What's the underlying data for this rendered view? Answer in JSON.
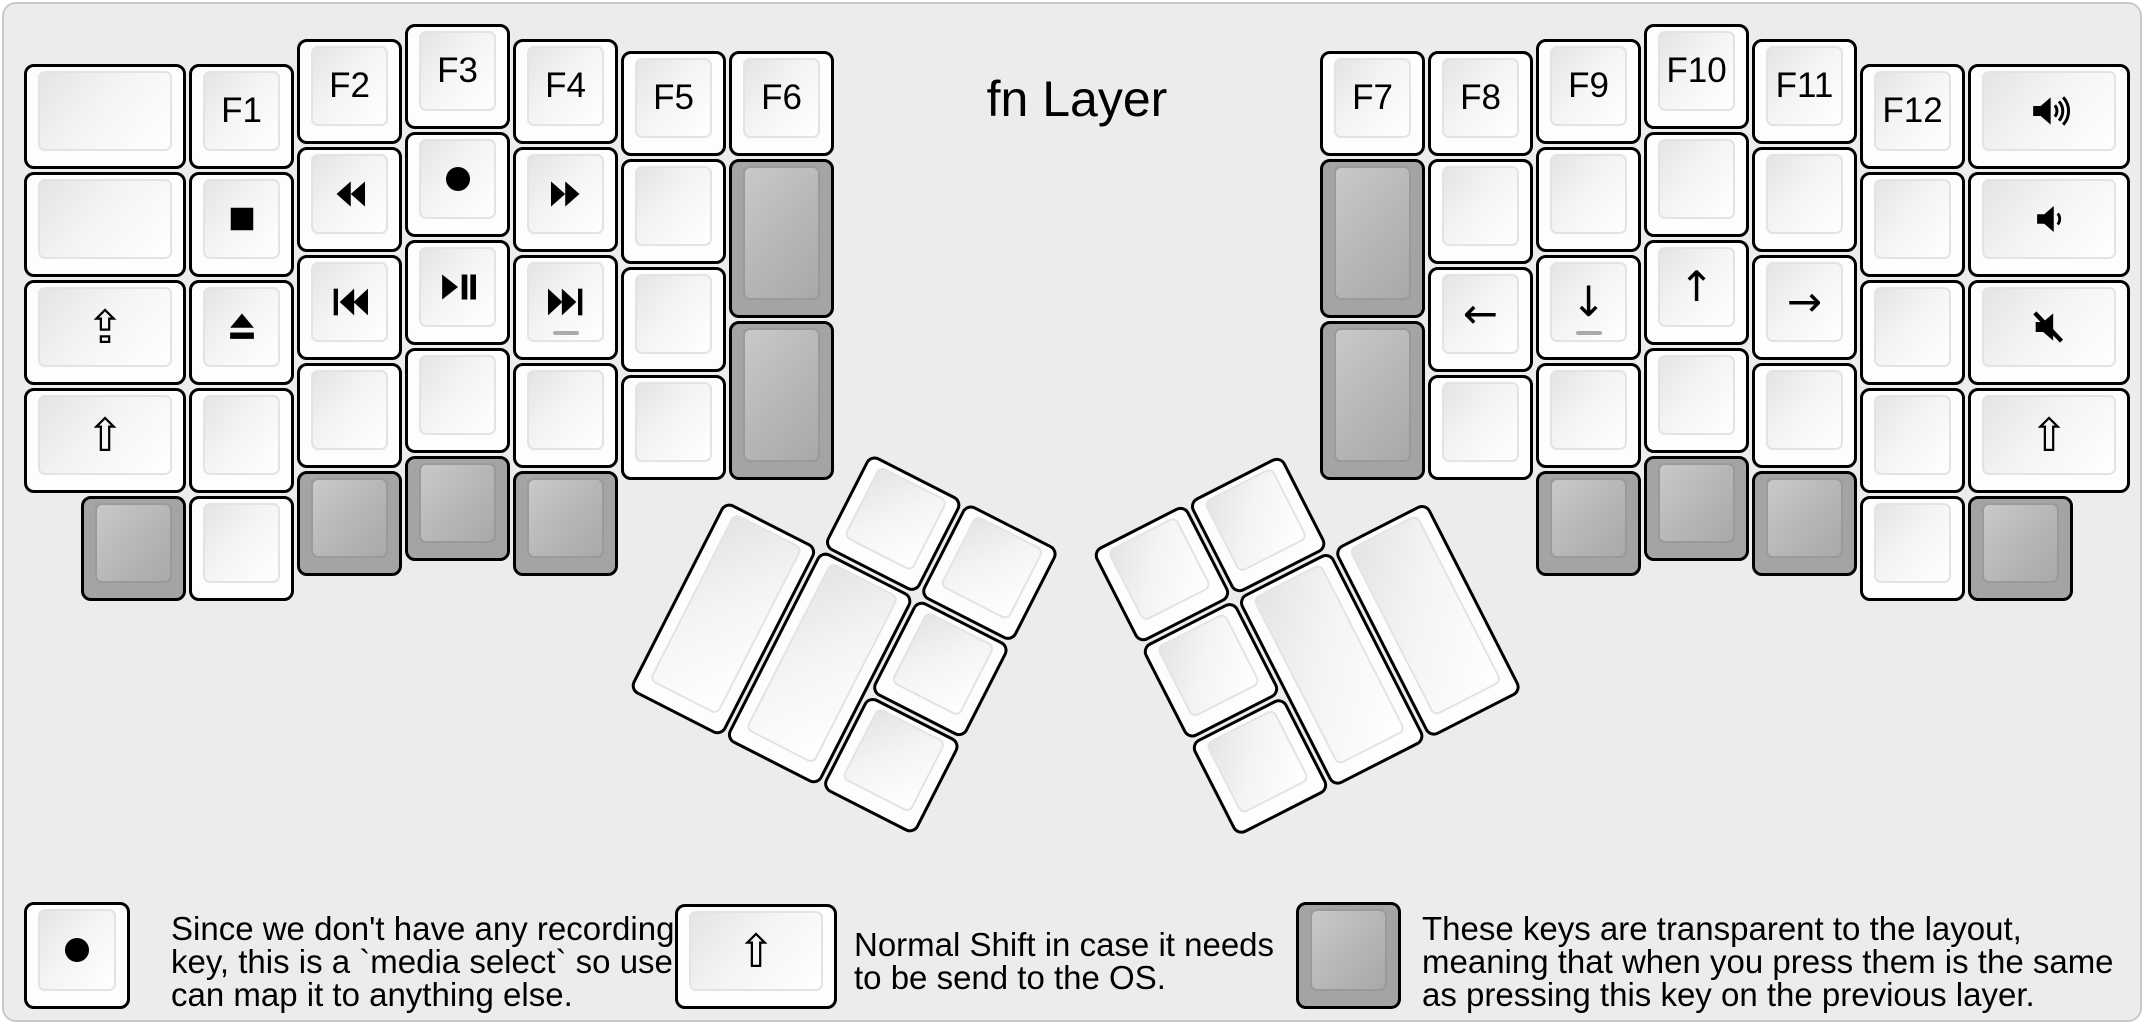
{
  "title": "fn Layer",
  "keys": {
    "f1": "F1",
    "f2": "F2",
    "f3": "F3",
    "f4": "F4",
    "f5": "F5",
    "f6": "F6",
    "f7": "F7",
    "f8": "F8",
    "f9": "F9",
    "f10": "F10",
    "f11": "F11",
    "f12": "F12",
    "arrow_left": "←",
    "arrow_down": "↓",
    "arrow_up": "↑",
    "arrow_right": "→",
    "shift": "⇧",
    "caps_lock": "⇪"
  },
  "icons": {
    "stop-icon": "■",
    "eject-icon": "⏏",
    "record-icon": "●",
    "rewind-icon": "◀◀",
    "fast-forward-icon": "▶▶",
    "prev-track-icon": "|◀◀",
    "next-track-icon": "▶▶|",
    "play-pause-icon": "▶||",
    "volume-up-icon": "speaker with two sound waves",
    "volume-down-icon": "speaker with one sound wave",
    "mute-icon": "speaker with slash"
  },
  "legend": [
    {
      "lines": [
        "Since we don't have any recording",
        "key, this is a `media select` so user",
        "can map it to anything else."
      ]
    },
    {
      "lines": [
        "Normal Shift in case it needs",
        "to be send to the OS."
      ]
    },
    {
      "lines": [
        "These keys are transparent to the layout,",
        "meaning that when you press them is the same",
        "as pressing this key on the previous layer."
      ]
    }
  ],
  "colors": {
    "background": "#ececec",
    "key_white": "#fdfdfd",
    "key_transparent_gray": "#a4a4a4",
    "key_border": "#000000",
    "text": "#000000",
    "homing_bar": "#aaaaaa"
  }
}
